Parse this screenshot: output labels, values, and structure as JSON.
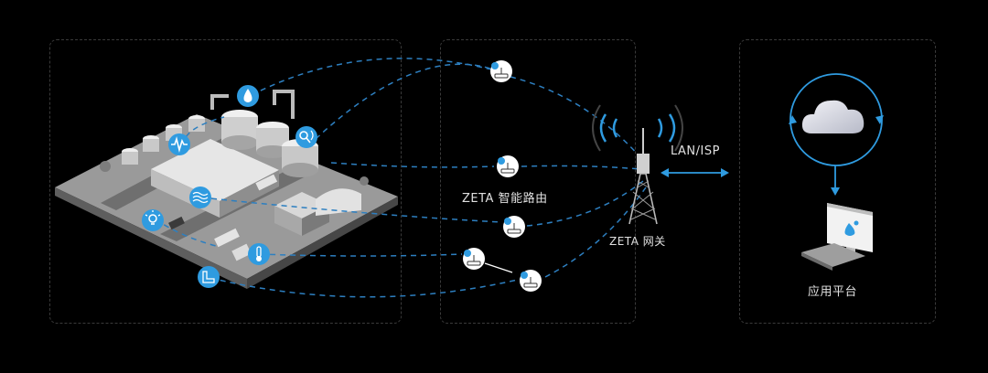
{
  "labels": {
    "router": "ZETA 智能路由",
    "gateway": "ZETA 网关",
    "link": "LAN/ISP",
    "platform": "应用平台"
  },
  "colors": {
    "accent": "#2f9be0",
    "dash": "#2d7fc0",
    "panel_border": "#3a3a3a",
    "text": "#e0e0e0",
    "background": "#000000"
  },
  "sensor_icons": [
    "water-drop-icon",
    "waveform-icon",
    "search-signal-icon",
    "water-level-icon",
    "light-bulb-icon",
    "thermometer-icon",
    "pressure-gauge-icon"
  ],
  "router_icon": "router-icon",
  "gateway_icon": "cell-tower-icon",
  "platform_icons": [
    "cloud-icon",
    "monitor-icon",
    "keyboard-icon"
  ]
}
